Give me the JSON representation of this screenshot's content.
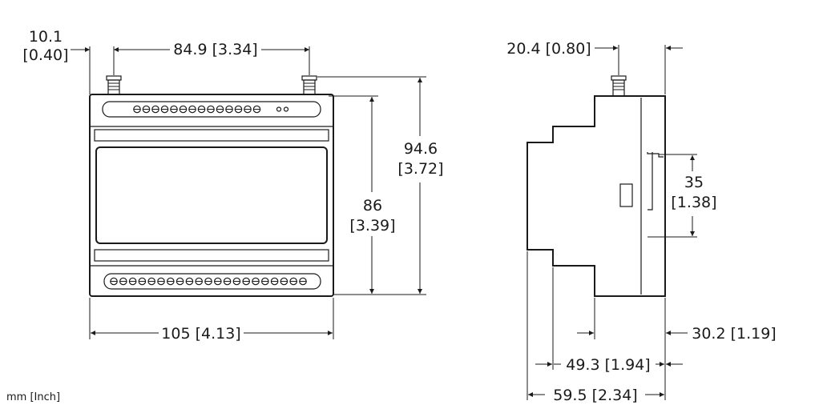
{
  "units_label": "mm [Inch]",
  "front_view": {
    "dim_antenna_offset": {
      "line1": "10.1",
      "line2": "[0.40]"
    },
    "dim_antenna_spacing": "84.9 [3.34]",
    "dim_total_height": {
      "line1": "94.6",
      "line2": "[3.72]"
    },
    "dim_body_height": {
      "line1": "86",
      "line2": "[3.39]"
    },
    "dim_width": "105 [4.13]"
  },
  "side_view": {
    "dim_antenna_offset": "20.4 [0.80]",
    "dim_rail": {
      "line1": "35",
      "line2": "[1.38]"
    },
    "dim_depth_back": "30.2 [1.19]",
    "dim_depth_mid": "49.3 [1.94]",
    "dim_depth_total": "59.5 [2.34]"
  }
}
